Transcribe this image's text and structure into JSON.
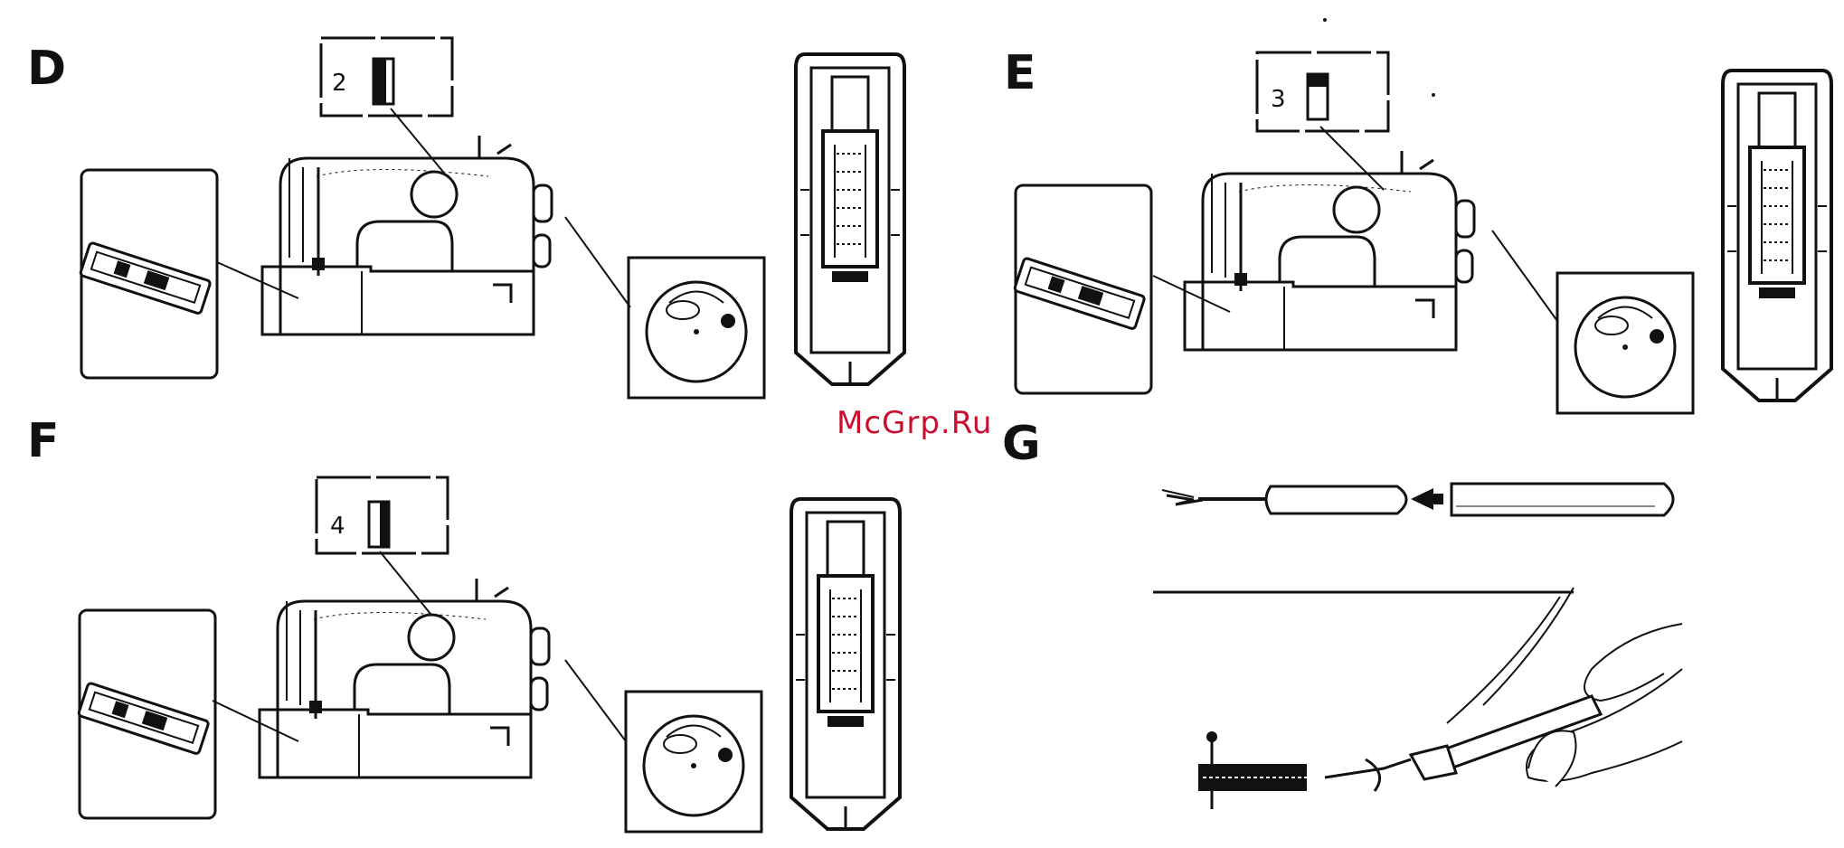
{
  "sections": [
    {
      "id": "D",
      "letter": "D",
      "setting": "2"
    },
    {
      "id": "E",
      "letter": "E",
      "setting": "3"
    },
    {
      "id": "F",
      "letter": "F",
      "setting": "4"
    },
    {
      "id": "G",
      "letter": "G"
    }
  ],
  "watermark": "McGrp.Ru"
}
